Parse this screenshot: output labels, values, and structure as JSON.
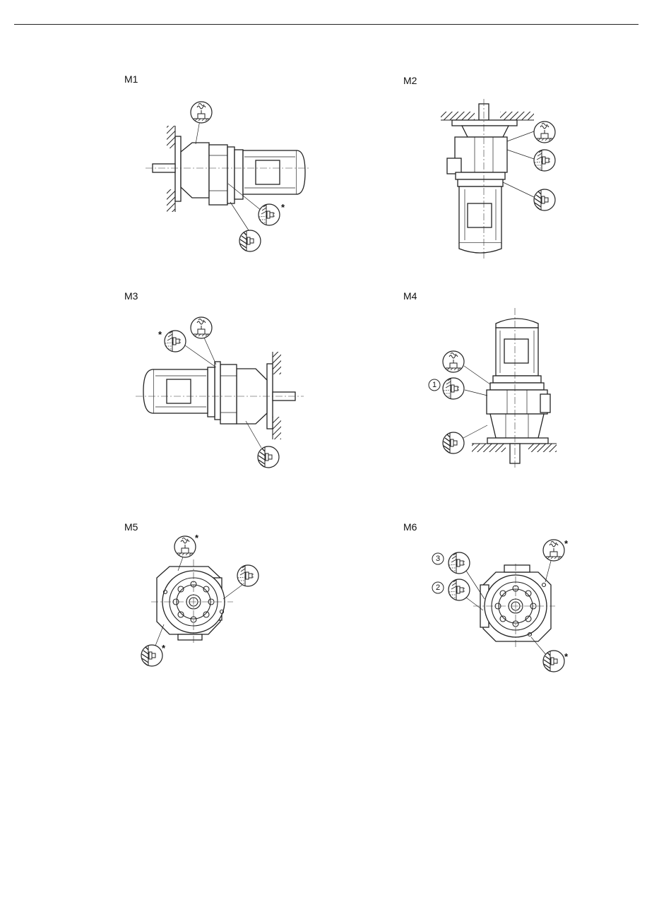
{
  "positions": {
    "m1": {
      "label": "M1"
    },
    "m2": {
      "label": "M2"
    },
    "m3": {
      "label": "M3"
    },
    "m4": {
      "label": "M4"
    },
    "m5": {
      "label": "M5"
    },
    "m6": {
      "label": "M6"
    }
  },
  "markers": {
    "asterisk": "*",
    "one": "1",
    "two": "2",
    "three": "3"
  },
  "icons": [
    "vent-plug-icon",
    "oil-level-plug-icon",
    "oil-drain-plug-icon"
  ]
}
